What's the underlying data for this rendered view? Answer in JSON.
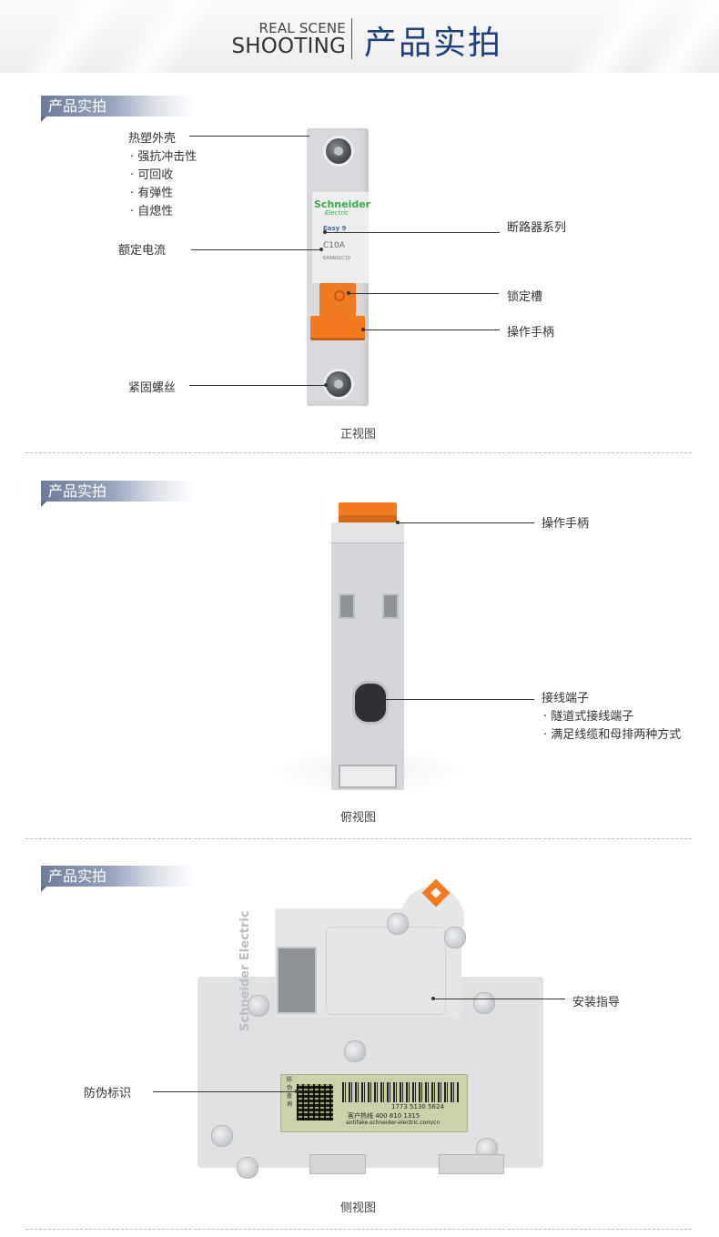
{
  "header": {
    "en_line1": "REAL SCENE",
    "en_line2": "SHOOTING",
    "cn_title": "产品实拍"
  },
  "sections": [
    {
      "tab": "产品实拍",
      "caption": "正视图",
      "callouts": {
        "shell": "热塑外壳",
        "shell_features": [
          "· 强抗冲击性",
          "· 可回收",
          "· 有弹性",
          "· 自熄性"
        ],
        "rated_current": "额定电流",
        "fastening_screw": "紧固螺丝",
        "series": "断路器系列",
        "lock_slot": "锁定槽",
        "handle": "操作手柄"
      },
      "product_label": {
        "brand": "Schneider",
        "brand_sub": "Electric",
        "series": "Easy 9",
        "rating": "C10A",
        "model": "EA9AN1C10"
      }
    },
    {
      "tab": "产品实拍",
      "caption": "俯视图",
      "callouts": {
        "handle": "操作手柄",
        "terminal": "接线端子",
        "terminal_features": [
          "· 隧道式接线端子",
          "· 满足线缆和母排两种方式"
        ]
      }
    },
    {
      "tab": "产品实拍",
      "caption": "侧视图",
      "callouts": {
        "install_guide": "安装指导",
        "anti_fake": "防伪标识"
      },
      "sticker": {
        "anti_fake_vertical": "防伪查询",
        "serial": "1773 5130 5624",
        "hotline": "客户热线 400 810 1315",
        "url": "antifake.schneider-electric.com/cn"
      },
      "brand": "Schneider Electric"
    }
  ],
  "colors": {
    "accent_navy": "#1f3f7a",
    "tab_blue": "#7886a3",
    "handle_orange": "#f47a20",
    "schneider_green": "#3aa74a"
  }
}
